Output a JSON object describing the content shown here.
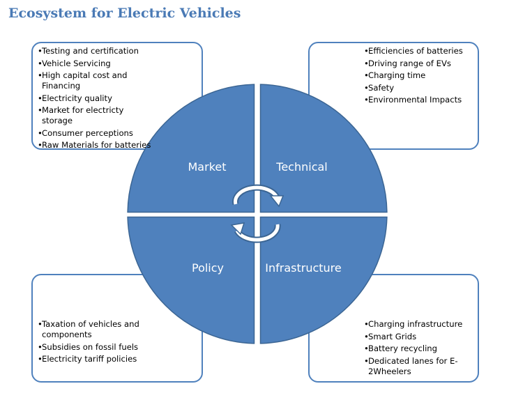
{
  "title": "Ecosystem for Electric Vehicles",
  "colors": {
    "quadrant_fill": "#4f81bd",
    "quadrant_border": "#3b6593",
    "box_border": "#4f81bd",
    "title": "#4a7ab5"
  },
  "quadrants": {
    "market": "Market",
    "technical": "Technical",
    "policy": "Policy",
    "infrastructure": "Infrastructure"
  },
  "boxes": {
    "market": [
      "Testing and certification",
      "Vehicle Servicing",
      "High capital cost and Financing",
      "Electricity quality",
      "Market for electricty storage",
      "Consumer perceptions",
      "Raw Materials for batteries"
    ],
    "technical": [
      "Efficiencies of batteries",
      "Driving range of EVs",
      "Charging time",
      "Safety",
      "Environmental Impacts"
    ],
    "policy": [
      "Taxation of vehicles and components",
      "Subsidies on fossil fuels",
      "Electricity tariff policies"
    ],
    "infrastructure": [
      "Charging infrastructure",
      "Smart Grids",
      "Battery recycling",
      "Dedicated lanes for E-2Wheelers"
    ]
  },
  "center_icon": "circular-arrows-icon"
}
